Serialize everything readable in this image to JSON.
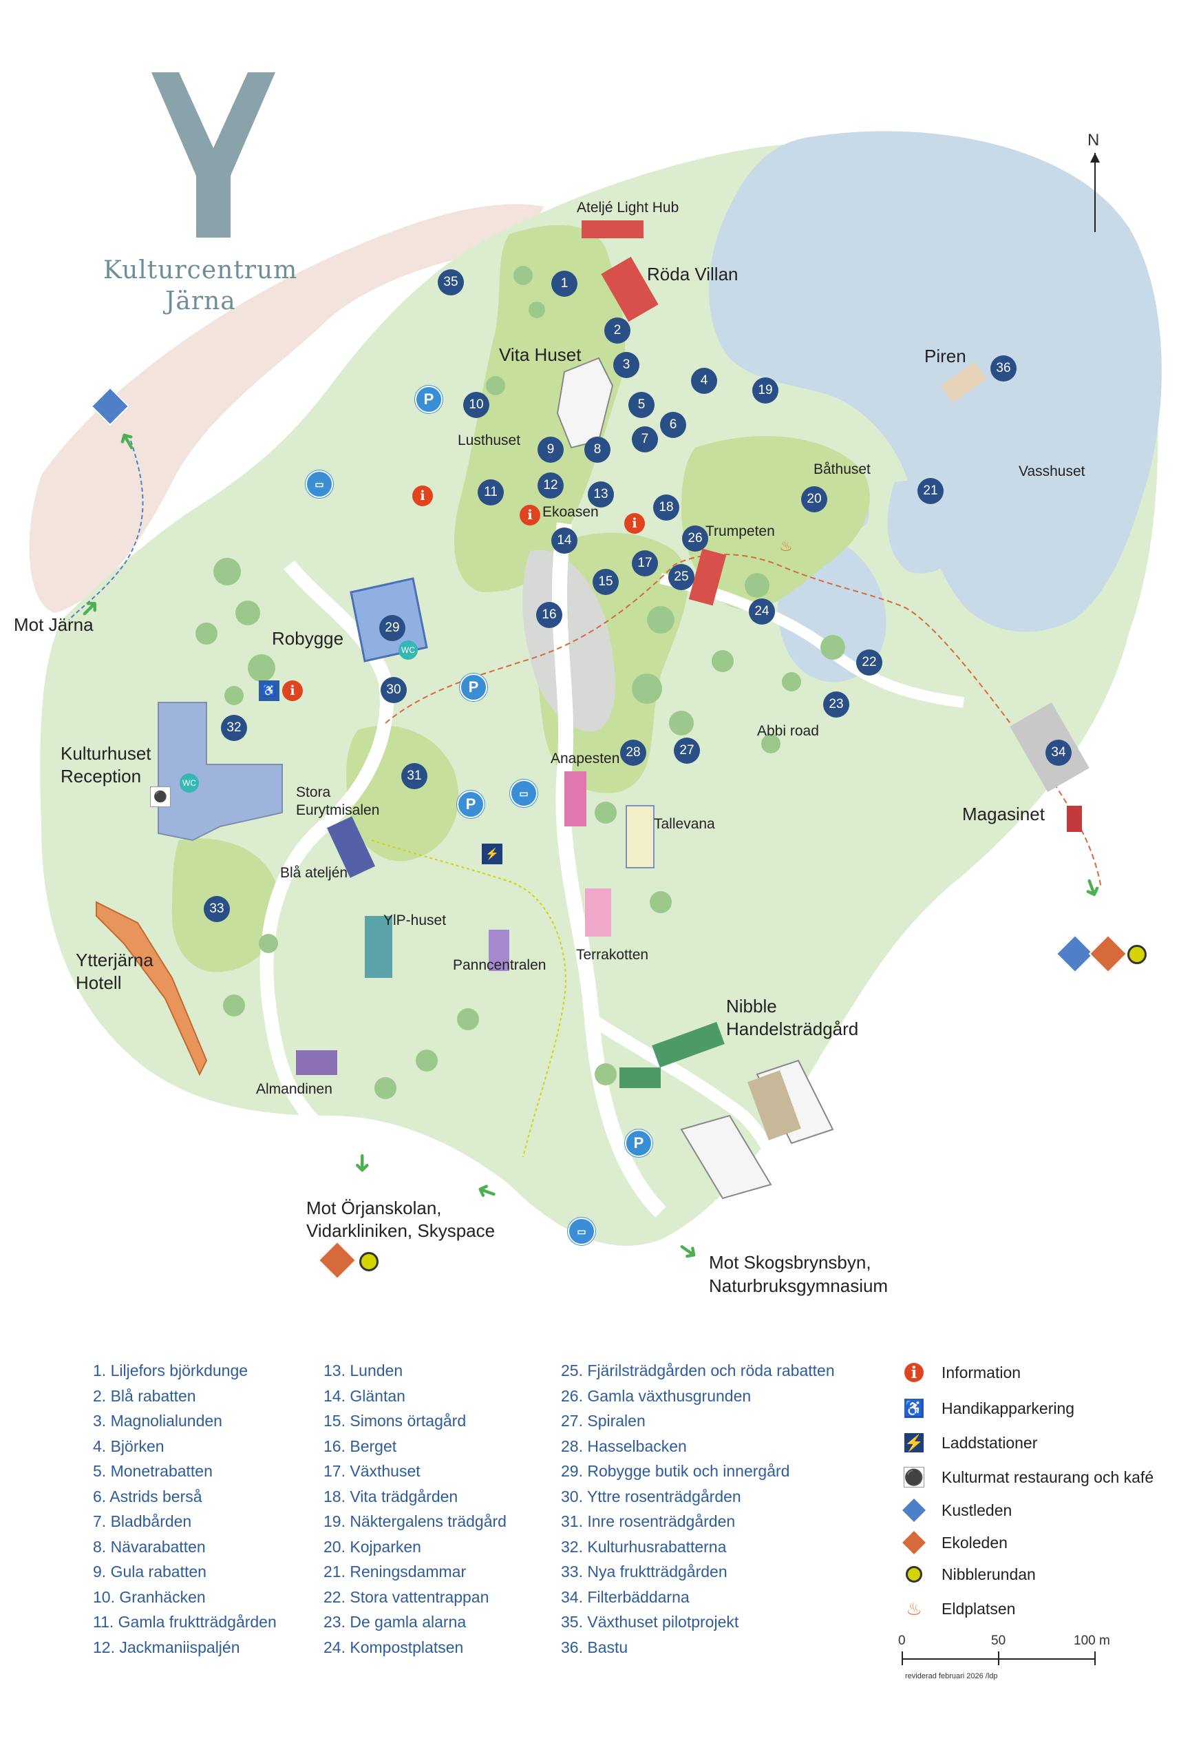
{
  "brand": {
    "line1": "Kulturcentrum",
    "line2": "Järna"
  },
  "compass": "N",
  "places": {
    "atelje": "Ateljé Light Hub",
    "roda_villan": "Röda Villan",
    "vita_huset": "Vita Huset",
    "lusthuset": "Lusthuset",
    "ekoasen": "Ekoasen",
    "trumpeten": "Trumpeten",
    "bathuset": "Båthuset",
    "vasshuset": "Vasshuset",
    "piren": "Piren",
    "robygge": "Robygge",
    "kulturhuset": "Kulturhuset\nReception",
    "stora": "Stora\nEurytmisalen",
    "bla_ateljen": "Blå ateljén",
    "ylp": "YlP-huset",
    "panncentralen": "Panncentralen",
    "anapesten": "Anapesten",
    "tallevana": "Tallevana",
    "terrakotten": "Terrakotten",
    "abbi_road": "Abbi road",
    "magasinet": "Magasinet",
    "nibble": "Nibble\nHandelsträdgård",
    "ytterjarna": "Ytterjärna\nHotell",
    "almandinen": "Almandinen",
    "mot_jarna": "Mot Järna",
    "mot_orjanskolan": "Mot Örjanskolan,\nVidarkliniken, Skyspace",
    "mot_skogsbrynsbyn": "Mot Skogsbrynsbyn,",
    "naturbruk": "Naturbruksgymnasium"
  },
  "markers": {
    "parking": "P",
    "info": "i",
    "wc": "WC"
  },
  "map_numbers": [
    "1",
    "2",
    "3",
    "4",
    "5",
    "6",
    "7",
    "8",
    "9",
    "10",
    "11",
    "12",
    "13",
    "14",
    "15",
    "16",
    "17",
    "18",
    "19",
    "20",
    "21",
    "22",
    "23",
    "24",
    "25",
    "26",
    "27",
    "28",
    "29",
    "30",
    "31",
    "32",
    "33",
    "34",
    "35",
    "36"
  ],
  "legend": {
    "col1": [
      "1. Liljefors björkdunge",
      "2. Blå rabatten",
      "3. Magnolialunden",
      "4. Björken",
      "5. Monetrabatten",
      "6. Astrids berså",
      "7. Bladbården",
      "8. Nävarabatten",
      "9. Gula rabatten",
      "10. Granhäcken",
      "11. Gamla fruktträdgården",
      "12. Jackmaniispaljén"
    ],
    "col2": [
      "13. Lunden",
      "14. Gläntan",
      "15. Simons örtagård",
      "16. Berget",
      "17. Växthuset",
      "18. Vita trädgården",
      "19. Näktergalens trädgård",
      "20. Kojparken",
      "21. Reningsdammar",
      "22. Stora vattentrappan",
      "23. De gamla alarna",
      "24. Kompostplatsen"
    ],
    "col3": [
      "25. Fjärilsträdgården och röda rabatten",
      "26. Gamla växthusgrunden",
      "27. Spiralen",
      "28. Hasselbacken",
      "29. Robygge butik och innergård",
      "30. Yttre rosenträdgården",
      "31. Inre rosenträdgården",
      "32. Kulturhusrabatterna",
      "33. Nya fruktträdgården",
      "34. Filterbäddarna",
      "35. Växthuset pilotprojekt",
      "36. Bastu"
    ],
    "symbols": [
      "Information",
      "Handikapparkering",
      "Laddstationer",
      "Kulturmat restaurang och kafé",
      "Kustleden",
      "Ekoleden",
      "Nibblerundan",
      "Eldplatsen"
    ]
  },
  "scale": {
    "marks": [
      "0",
      "50",
      "100 m"
    ],
    "note": "reviderad februari 2026 /ldp"
  },
  "colors": {
    "water": "#c8d9e8",
    "park": "#dbeccf",
    "lawn": "#c6df9c",
    "tree": "#9cc98b",
    "marker": "#2a4e86",
    "info": "#e0441f",
    "kust": "#4f7fc7",
    "eko": "#d66a3a",
    "nibble": "#d4d400",
    "road_sand": "#f2e3dc"
  }
}
